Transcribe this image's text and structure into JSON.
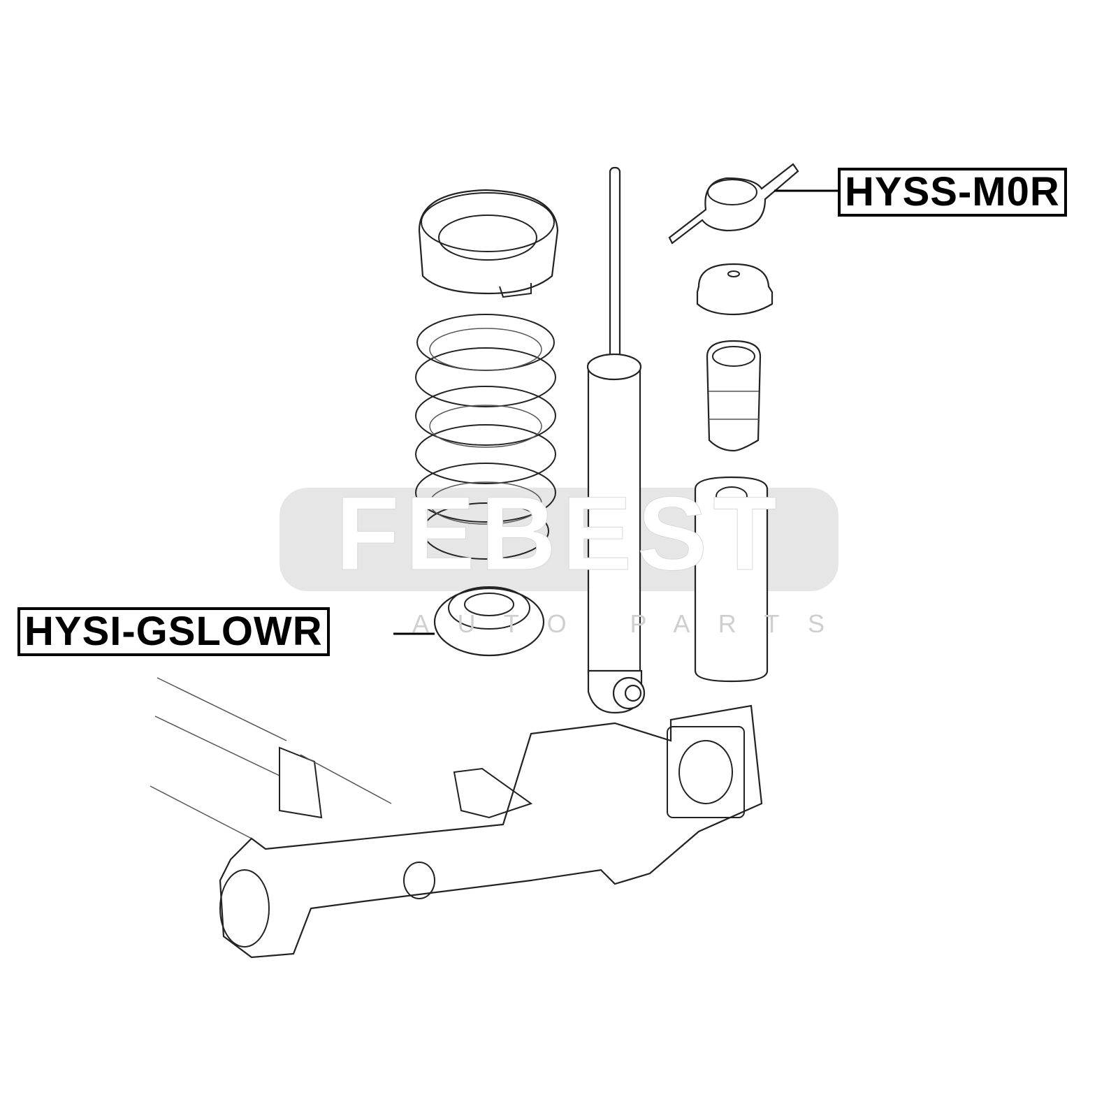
{
  "labels": {
    "top_right": "HYSS-M0R",
    "bottom_left": "HYSI-GSLOWR"
  },
  "watermark": {
    "brand": "FEBEST",
    "tagline": "AUTO PARTS"
  },
  "colors": {
    "watermark_bg": "#e6e6e6",
    "line": "#000000"
  }
}
